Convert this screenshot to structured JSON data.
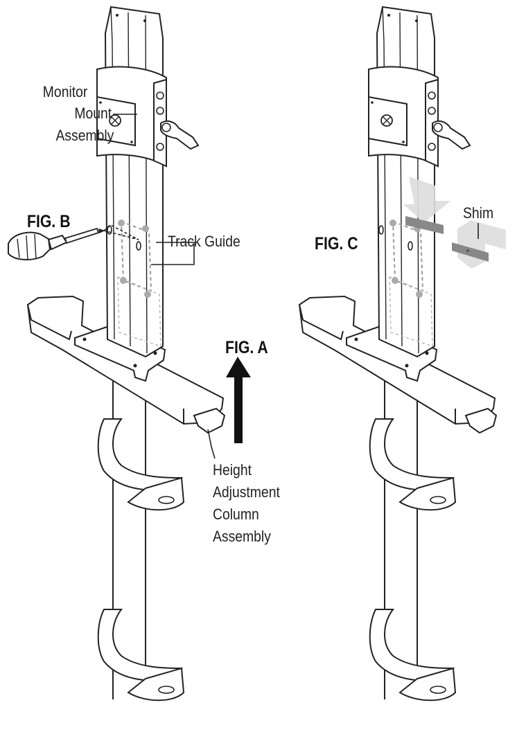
{
  "labels": {
    "monitor_mount_line1": "Monitor",
    "monitor_mount_line2": "Mount",
    "monitor_mount_line3": "Assembly",
    "track_guide": "Track Guide",
    "shim": "Shim",
    "height_line1": "Height",
    "height_line2": "Adjustment",
    "height_line3": "Column",
    "height_line4": "Assembly"
  },
  "figures": {
    "a": "FIG. A",
    "b": "FIG. B",
    "c": "FIG. C"
  }
}
